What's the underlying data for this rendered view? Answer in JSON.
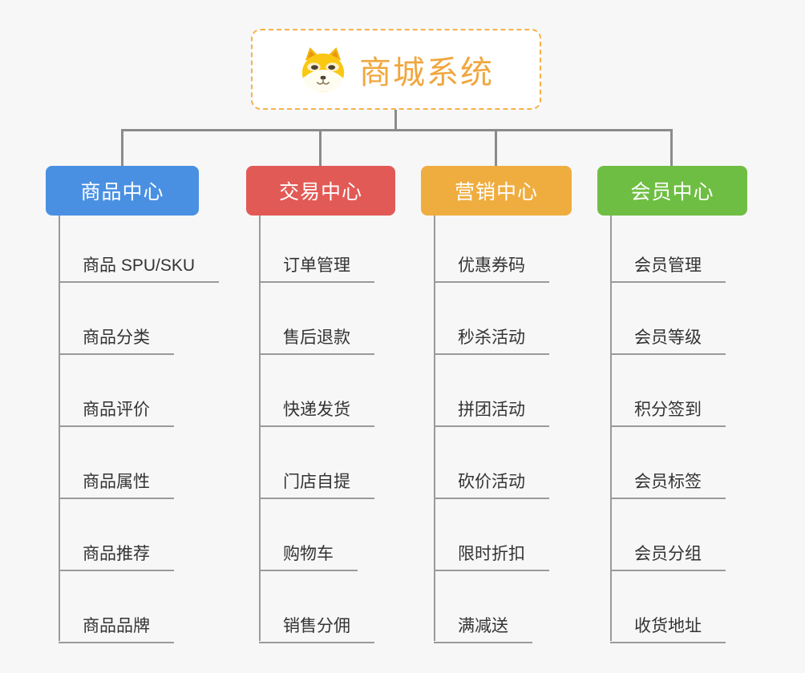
{
  "page": {
    "background_color": "#f7f7f7",
    "connector_color": "#8b8b8b"
  },
  "root": {
    "title": "商城系统",
    "icon": "shiba-dog-icon",
    "text_color": "#f0a73e",
    "border_color": "#f6b14a"
  },
  "branches": [
    {
      "label": "商品中心",
      "color": "#4a90e2",
      "items": [
        "商品 SPU/SKU",
        "商品分类",
        "商品评价",
        "商品属性",
        "商品推荐",
        "商品品牌"
      ]
    },
    {
      "label": "交易中心",
      "color": "#e25a56",
      "items": [
        "订单管理",
        "售后退款",
        "快递发货",
        "门店自提",
        "购物车",
        "销售分佣"
      ]
    },
    {
      "label": "营销中心",
      "color": "#efad40",
      "items": [
        "优惠券码",
        "秒杀活动",
        "拼团活动",
        "砍价活动",
        "限时折扣",
        "满减送"
      ]
    },
    {
      "label": "会员中心",
      "color": "#6fbe44",
      "items": [
        "会员管理",
        "会员等级",
        "积分签到",
        "会员标签",
        "会员分组",
        "收货地址"
      ]
    }
  ]
}
